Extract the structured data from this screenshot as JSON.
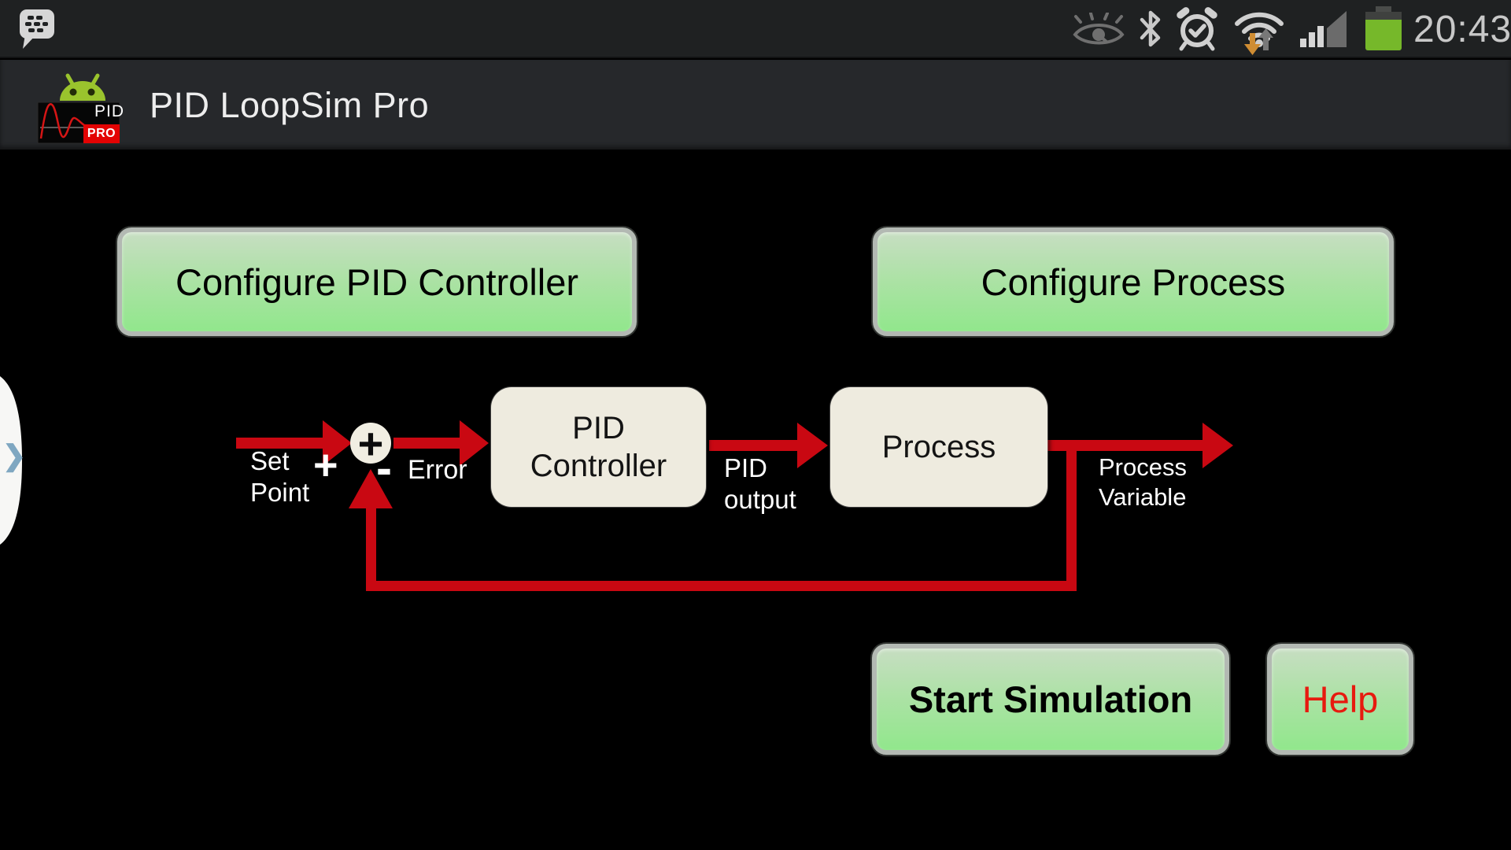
{
  "status_bar": {
    "time": "20:43",
    "icons": [
      "bbm-message-icon",
      "smart-stay-eye-icon",
      "bluetooth-icon",
      "alarm-icon",
      "wifi-updown-icon",
      "signal-icon",
      "battery-icon"
    ]
  },
  "app_bar": {
    "title": "PID LoopSim Pro",
    "logo_pid": "PID",
    "logo_pro": "PRO"
  },
  "buttons": {
    "configure_pid": "Configure PID Controller",
    "configure_process": "Configure Process",
    "start_simulation": "Start Simulation",
    "help": "Help"
  },
  "diagram": {
    "set_point": "Set\nPoint",
    "input_plus": "+",
    "feedback_minus": "-",
    "junction_plus": "+",
    "error": "Error",
    "pid_controller": "PID\nController",
    "pid_output": "PID\noutput",
    "process": "Process",
    "process_variable": "Process\nVariable"
  },
  "edge_handle": {
    "chevron": "❯"
  },
  "colors": {
    "background": "#000000",
    "status_bar_bg": "#1f2122",
    "action_bar_bg": "#26282b",
    "button_green_top": "#c7dec2",
    "button_green_bottom": "#91e78c",
    "button_border_gray": "#b3b9b3",
    "arrow_red": "#c90812",
    "box_cream": "#eeebdf",
    "help_text_red": "#e71a0f",
    "battery_green": "#76b82a",
    "wifi_arrow_orange": "#cf8d33",
    "android_green": "#9ac42d",
    "pro_badge_red": "#e30303",
    "time_text": "#c8c8c8"
  }
}
